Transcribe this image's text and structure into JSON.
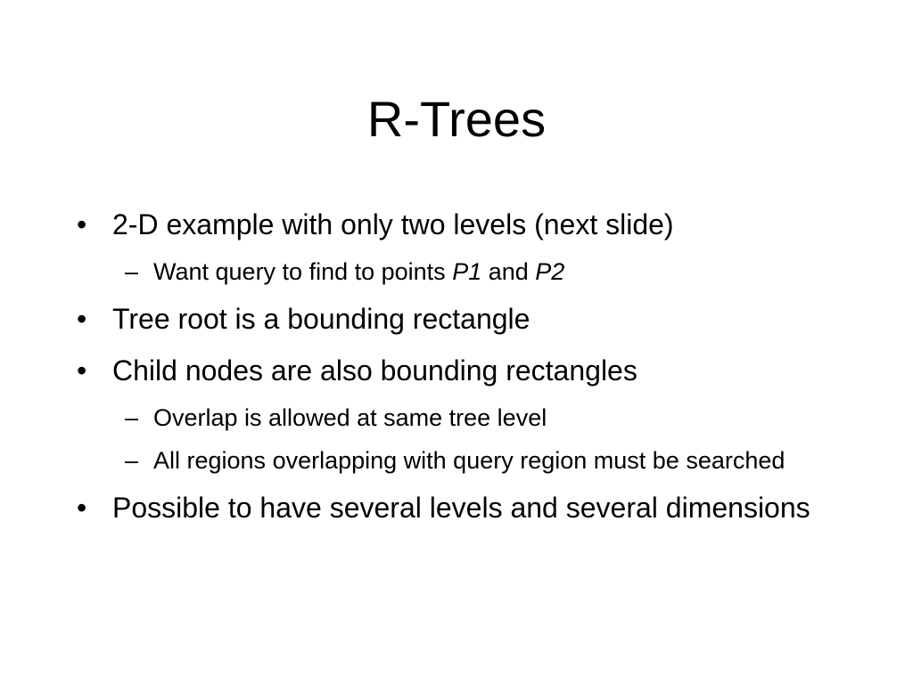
{
  "slide": {
    "title": "R-Trees",
    "bullets": [
      {
        "text": "2-D example with only two levels (next slide)",
        "sub": [
          {
            "parts": [
              "Want query to find to points ",
              "P1",
              " and ",
              "P2"
            ]
          }
        ]
      },
      {
        "text": "Tree root is a bounding rectangle",
        "sub": []
      },
      {
        "text": "Child nodes are also bounding rectangles",
        "sub": [
          {
            "text": "Overlap is allowed at same tree level"
          },
          {
            "text": "All regions overlapping with query region must be searched"
          }
        ]
      },
      {
        "text": "Possible to have several levels and several dimensions",
        "sub": []
      }
    ],
    "bullet_char": "•",
    "sub_bullet_char": "–"
  }
}
